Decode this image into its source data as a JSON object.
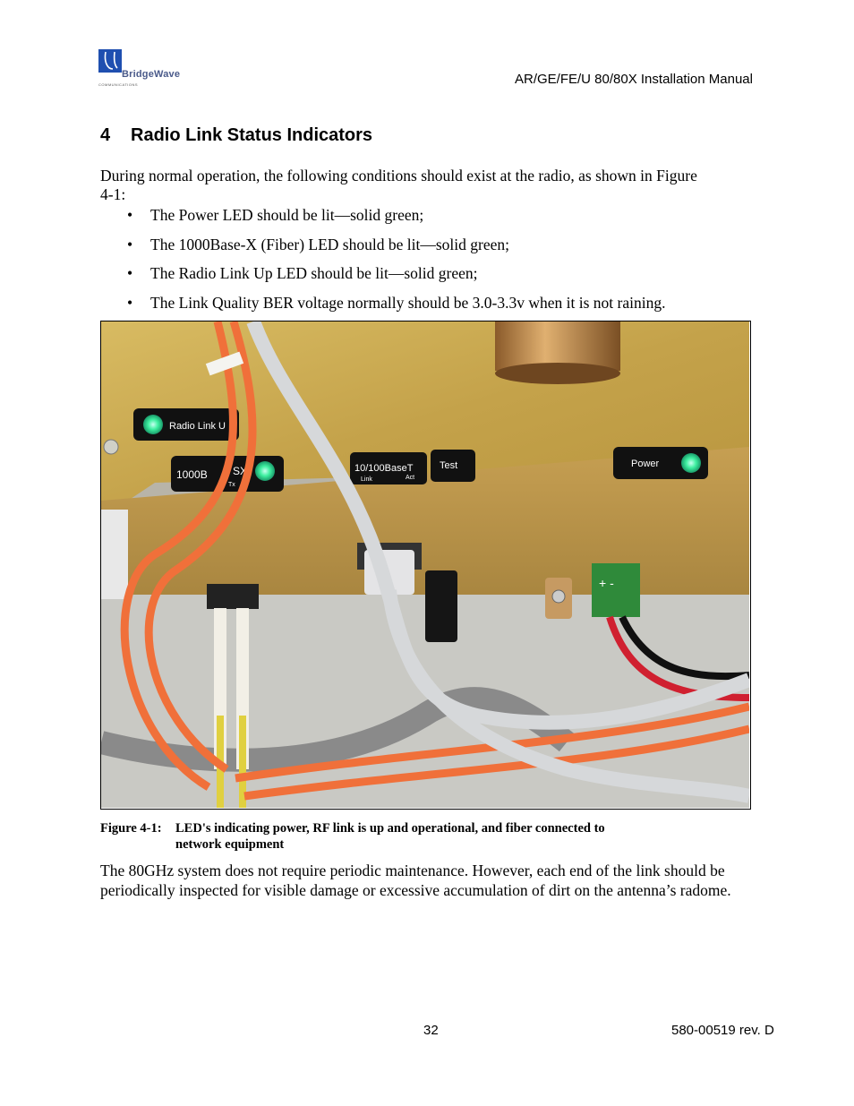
{
  "header": {
    "logo_text": "BridgeWave",
    "logo_subtext": "COMMUNICATIONS",
    "manual_title": "AR/GE/FE/U 80/80X Installation Manual"
  },
  "section": {
    "number": "4",
    "title": "Radio Link Status Indicators"
  },
  "intro": "During normal operation, the following conditions should exist at the radio, as shown in Figure 4-1:",
  "bullets": [
    "The Power LED should be lit—solid green;",
    "The 1000Base-X (Fiber) LED should be lit—solid green;",
    "The Radio Link Up LED should be lit—solid green;",
    "The Link Quality BER voltage normally should be 3.0-3.3v when it is not raining."
  ],
  "photo_labels": {
    "radio_link": "Radio Link U",
    "fiber": "1000B",
    "fiber_suffix": "SX",
    "fiber_sub": "Tx",
    "ethernet": "10/100BaseT",
    "ethernet_link": "Link",
    "ethernet_act": "Act",
    "test": "Test",
    "power": "Power",
    "terminal": "+ -"
  },
  "figure": {
    "label": "Figure 4-1:",
    "caption_line1": "LED's indicating power, RF link is up and operational, and fiber connected to",
    "caption_line2": "network equipment"
  },
  "closing": "The 80GHz system does not require periodic maintenance.  However, each end of the link should be periodically inspected for visible damage or excessive accumulation of dirt on the antenna’s radome.",
  "footer": {
    "page_number": "32",
    "doc_rev": "580-00519 rev. D"
  },
  "colors": {
    "logo_blue": "#1f4fb0",
    "chassis_gold": "#c9a94f",
    "led_green": "#3ef0a0",
    "fiber_orange": "#f0703a",
    "cable_gray": "#d6d8da"
  }
}
